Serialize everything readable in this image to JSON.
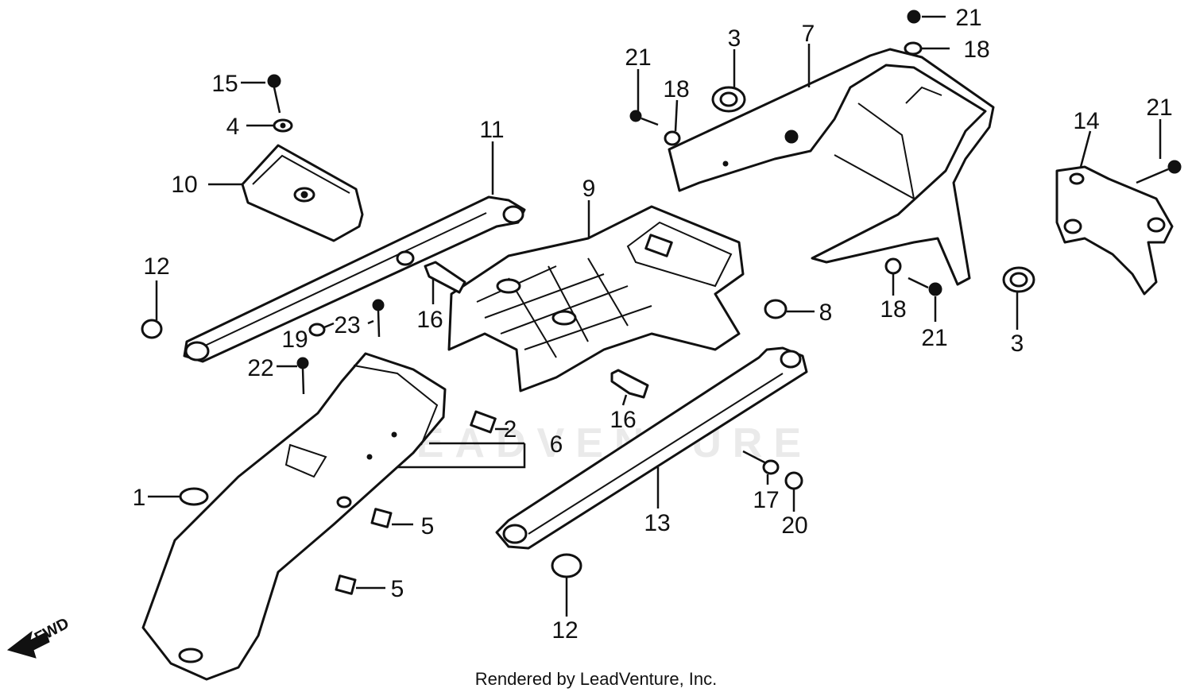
{
  "watermark": "LEADVENTURE",
  "footer": "Rendered by LeadVenture, Inc.",
  "fwd_label": "FWD",
  "callouts": [
    "1",
    "2",
    "3",
    "3",
    "4",
    "5",
    "5",
    "6",
    "7",
    "8",
    "9",
    "10",
    "11",
    "12",
    "12",
    "13",
    "14",
    "15",
    "16",
    "16",
    "17",
    "18",
    "18",
    "18",
    "19",
    "20",
    "21",
    "21",
    "21",
    "21",
    "22",
    "23"
  ]
}
